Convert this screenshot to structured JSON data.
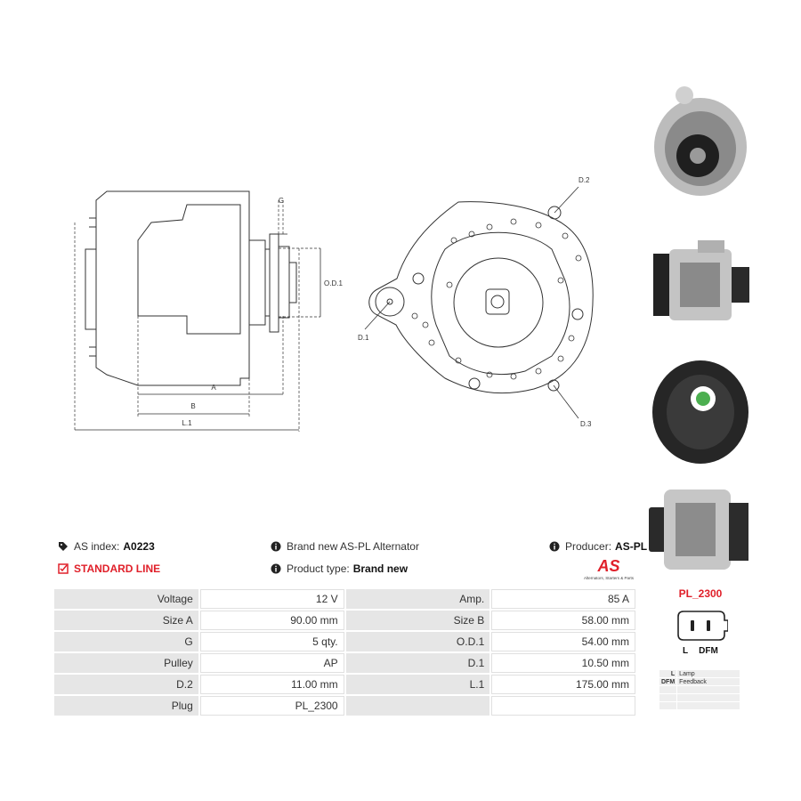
{
  "drawing": {
    "labels": {
      "g": "G",
      "od1": "O.D.1",
      "a": "A",
      "b": "B",
      "l1": "L.1",
      "d1": "D.1",
      "d2": "D.2",
      "d3": "D.3"
    }
  },
  "info": {
    "as_index_label": "AS index:",
    "as_index_value": "A0223",
    "standard_line": "STANDARD LINE",
    "brand_new_text": "Brand new AS-PL Alternator",
    "product_type_label": "Product type:",
    "product_type_value": "Brand new",
    "producer_label": "Producer:",
    "producer_value": "AS-PL",
    "logo_text": "AS",
    "logo_tagline": "Alternators, Starters & Parts",
    "icons": {
      "tag": "tag-icon",
      "check": "check-square-icon",
      "info": "info-circle-icon"
    }
  },
  "specs": [
    {
      "l1": "Voltage",
      "v1": "12 V",
      "l2": "Amp.",
      "v2": "85 A"
    },
    {
      "l1": "Size A",
      "v1": "90.00 mm",
      "l2": "Size B",
      "v2": "58.00 mm"
    },
    {
      "l1": "G",
      "v1": "5 qty.",
      "l2": "O.D.1",
      "v2": "54.00 mm"
    },
    {
      "l1": "Pulley",
      "v1": "AP",
      "l2": "D.1",
      "v2": "10.50 mm"
    },
    {
      "l1": "D.2",
      "v1": "11.00 mm",
      "l2": "L.1",
      "v2": "175.00 mm"
    },
    {
      "l1": "Plug",
      "v1": "PL_2300",
      "l2": "",
      "v2": ""
    }
  ],
  "plug": {
    "title": "PL_2300",
    "pins": [
      "L",
      "DFM"
    ],
    "legend": [
      {
        "key": "L",
        "desc": "Lamp"
      },
      {
        "key": "DFM",
        "desc": "Feedback"
      },
      {
        "key": "",
        "desc": ""
      },
      {
        "key": "",
        "desc": ""
      },
      {
        "key": "",
        "desc": ""
      }
    ]
  },
  "colors": {
    "accent": "#e0202a",
    "label_bg": "#e6e6e6",
    "line": "#333333"
  }
}
